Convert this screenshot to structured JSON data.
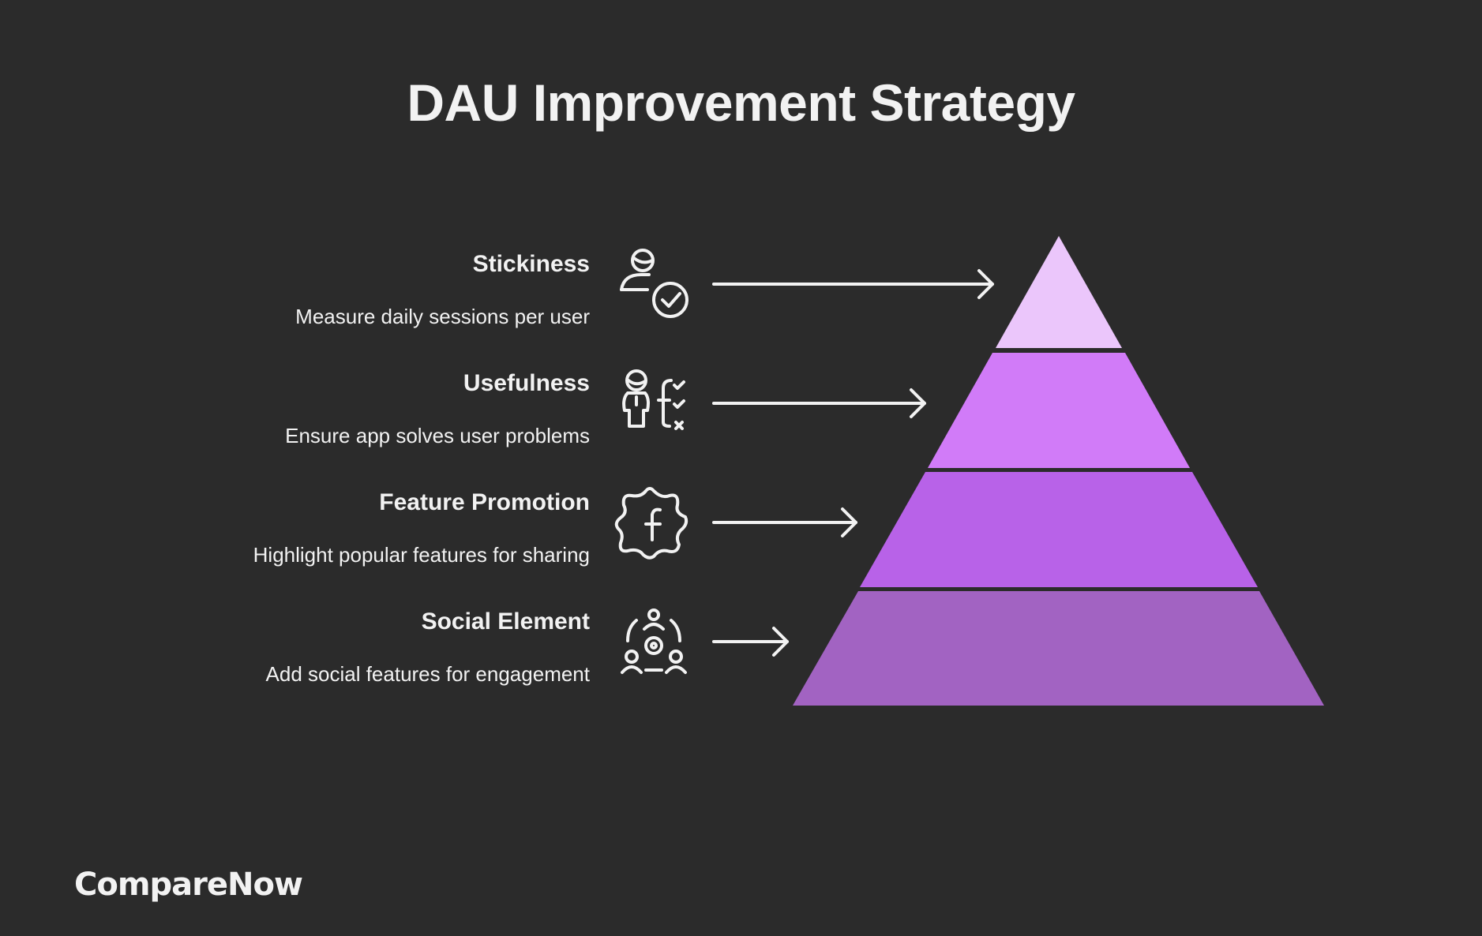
{
  "title": "DAU Improvement Strategy",
  "levels": [
    {
      "heading": "Stickiness",
      "description": "Measure daily sessions per user",
      "icon": "user-check-icon",
      "color": "#ebc6fb"
    },
    {
      "heading": "Usefulness",
      "description": "Ensure app solves user problems",
      "icon": "user-checklist-icon",
      "color": "#d17bf8"
    },
    {
      "heading": "Feature Promotion",
      "description": "Highlight popular features for sharing",
      "icon": "feature-badge-icon",
      "color": "#b862e8"
    },
    {
      "heading": "Social Element",
      "description": "Add social features for engagement",
      "icon": "social-group-icon",
      "color": "#a263c2"
    }
  ],
  "logo": "CompareNow"
}
